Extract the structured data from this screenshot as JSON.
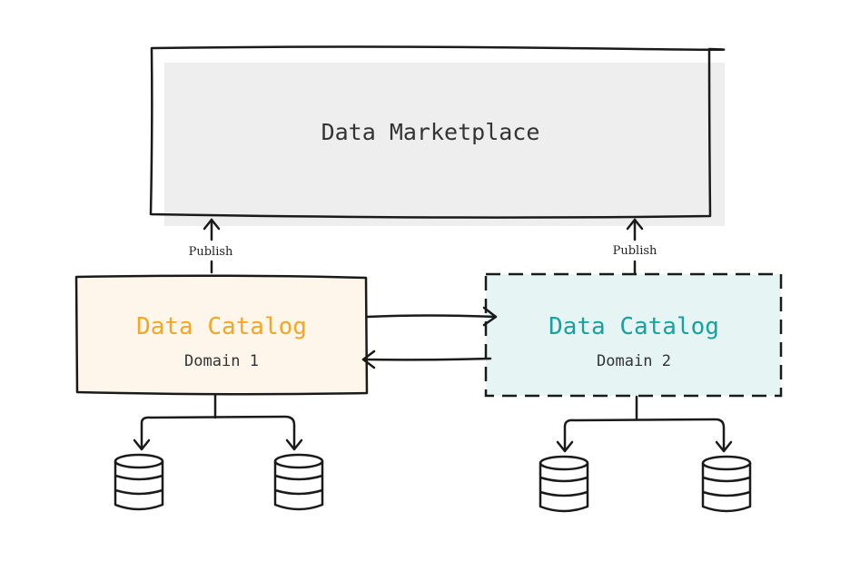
{
  "marketplace": {
    "title": "Data Marketplace"
  },
  "publish": {
    "left": "Publish",
    "right": "Publish"
  },
  "catalogs": [
    {
      "title": "Data Catalog",
      "domain": "Domain 1",
      "title_color": "#f5a623",
      "fill": "#fff6eb",
      "border": "solid"
    },
    {
      "title": "Data Catalog",
      "domain": "Domain 2",
      "title_color": "#17a2a2",
      "fill": "#e6f4f4",
      "border": "dashed"
    }
  ],
  "databases": [
    {
      "icon": "database-icon",
      "domain": "Domain 1"
    },
    {
      "icon": "database-icon",
      "domain": "Domain 1"
    },
    {
      "icon": "database-icon",
      "domain": "Domain 2"
    },
    {
      "icon": "database-icon",
      "domain": "Domain 2"
    }
  ]
}
